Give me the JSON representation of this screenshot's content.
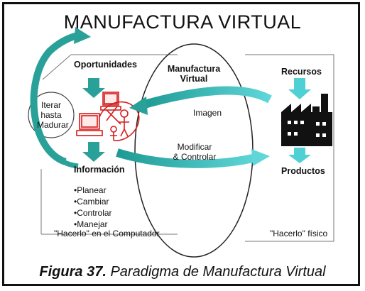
{
  "title": "MANUFACTURA VIRTUAL",
  "left": {
    "top_label": "Oportunidades",
    "cycle_label": [
      "Iterar",
      "hasta",
      "Madurar"
    ],
    "bottom_label": "Información",
    "actions": [
      "•Planear",
      "•Cambiar",
      "•Controlar",
      "•Manejar"
    ],
    "footer": "\"Hacerlo\" en el Computador"
  },
  "center": {
    "title_line1": "Manufactura",
    "title_line2": "Virtual",
    "arrow_top": "Imagen",
    "arrow_bottom_line1": "Modificar",
    "arrow_bottom_line2": "& Controlar"
  },
  "right": {
    "top_label": "Recursos",
    "bottom_label": "Productos",
    "footer": "\"Hacerlo\" físico"
  },
  "caption": {
    "figure": "Figura 37.",
    "text": " Paradigma de Manufactura Virtual"
  },
  "colors": {
    "arrow_teal": "#2aa198",
    "arrow_light": "#4fd0d5",
    "icon_red": "#d41e1e",
    "ink": "#111111"
  }
}
